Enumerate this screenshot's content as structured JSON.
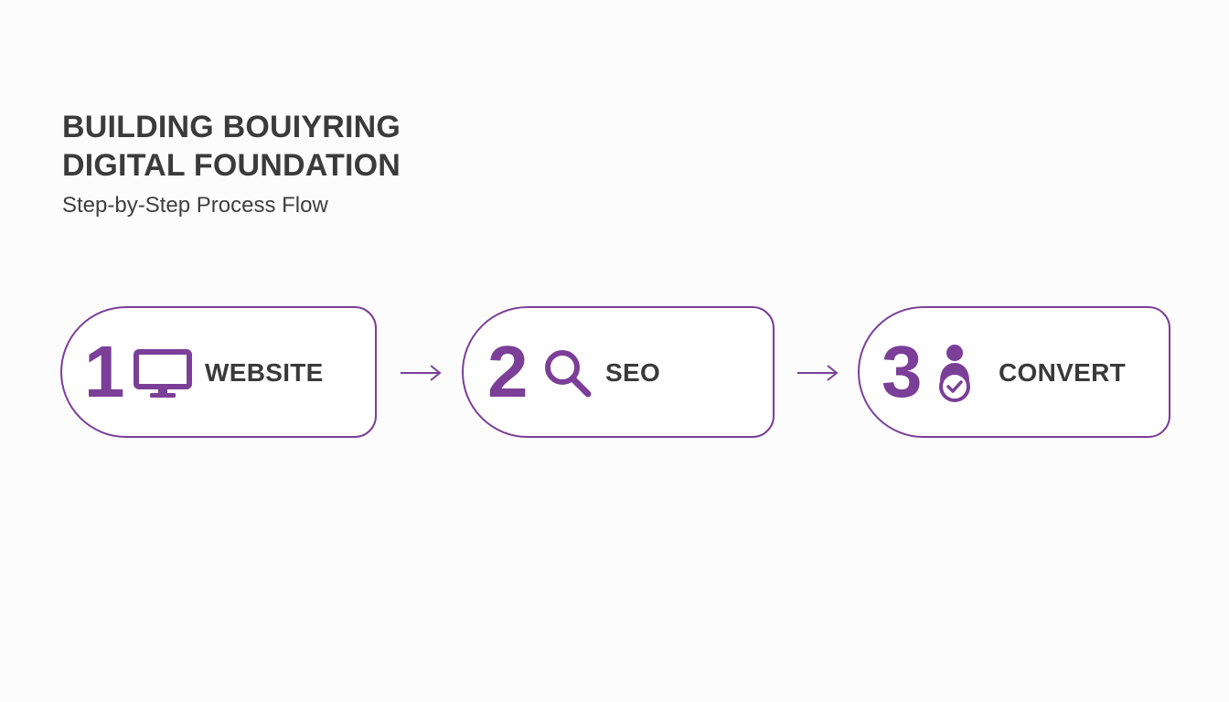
{
  "header": {
    "title_line1": "BUILDING BOUIYRING",
    "title_line2": "DIGITAL FOUNDATION",
    "subtitle": "Step-by-Step Process Flow"
  },
  "steps": [
    {
      "number": "1",
      "label": "WEBSITE",
      "icon": "monitor-icon"
    },
    {
      "number": "2",
      "label": "SEO",
      "icon": "magnifier-icon"
    },
    {
      "number": "3",
      "label": "CONVERT",
      "icon": "user-check-icon"
    }
  ],
  "colors": {
    "accent": "#7b3f98",
    "text": "#3a3a3a",
    "background": "#fcfcfd"
  }
}
